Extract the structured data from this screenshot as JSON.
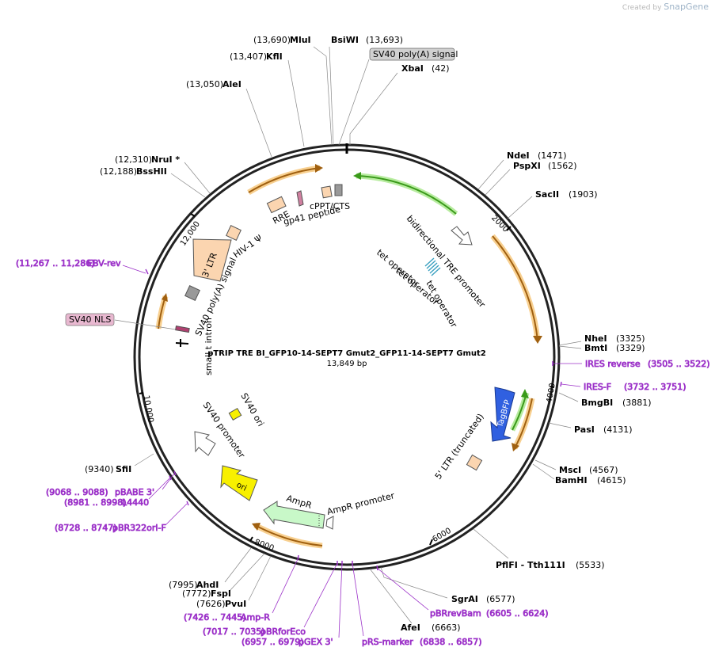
{
  "credit": {
    "prefix": "Created by",
    "brand": "SnapGene"
  },
  "plasmid": {
    "name": "pTRIP TRE BI_GFP10-14-SEPT7 Gmut2_GFP11-14-SEPT7 Gmut2",
    "size": "13,849 bp"
  },
  "ticks": [
    "2000",
    "4000",
    "6000",
    "8000",
    "10,000",
    "12,000"
  ],
  "sites": [
    {
      "name": "MluI",
      "pos": "(13,690)"
    },
    {
      "name": "BsiWI",
      "pos": "(13,693)"
    },
    {
      "name": "KflI",
      "pos": "(13,407)"
    },
    {
      "name": "AleI",
      "pos": "(13,050)"
    },
    {
      "name": "XbaI",
      "pos": "(42)"
    },
    {
      "name": "NdeI",
      "pos": "(1471)"
    },
    {
      "name": "PspXI",
      "pos": "(1562)"
    },
    {
      "name": "SacII",
      "pos": "(1903)"
    },
    {
      "name": "NheI",
      "pos": "(3325)"
    },
    {
      "name": "BmtI",
      "pos": "(3329)"
    },
    {
      "name": "BmgBI",
      "pos": "(3881)"
    },
    {
      "name": "PasI",
      "pos": "(4131)"
    },
    {
      "name": "MscI",
      "pos": "(4567)"
    },
    {
      "name": "BamHI",
      "pos": "(4615)"
    },
    {
      "name": "PflFI - Tth111I",
      "pos": "(5533)"
    },
    {
      "name": "SgrAI",
      "pos": "(6577)"
    },
    {
      "name": "AfeI",
      "pos": "(6663)"
    },
    {
      "name": "AhdI",
      "pos": "(7995)"
    },
    {
      "name": "FspI",
      "pos": "(7772)"
    },
    {
      "name": "PvuI",
      "pos": "(7626)"
    },
    {
      "name": "SfiI",
      "pos": "(9340)"
    },
    {
      "name": "NruI *",
      "pos": "(12,310)"
    },
    {
      "name": "BssHII",
      "pos": "(12,188)"
    }
  ],
  "primers": [
    {
      "name": "EBV-rev",
      "pos": "(11,267 .. 11,286)"
    },
    {
      "name": "IRES reverse",
      "pos": "(3505 .. 3522)"
    },
    {
      "name": "IRES-F",
      "pos": "(3732 .. 3751)"
    },
    {
      "name": "pBABE 3'",
      "pos": "(9068 .. 9088)"
    },
    {
      "name": "L4440",
      "pos": "(8981 .. 8998)"
    },
    {
      "name": "pBR322ori-F",
      "pos": "(8728 .. 8747)"
    },
    {
      "name": "Amp-R",
      "pos": "(7426 .. 7445)"
    },
    {
      "name": "pBRforEco",
      "pos": "(7017 .. 7035)"
    },
    {
      "name": "pGEX 3'",
      "pos": "(6957 .. 6979)"
    },
    {
      "name": "pRS-marker",
      "pos": "(6838 .. 6857)"
    },
    {
      "name": "pBRrevBam",
      "pos": "(6605 .. 6624)"
    }
  ],
  "boxed": {
    "sv40_polya": "SV40 poly(A) signal",
    "sv40_nls": "SV40 NLS"
  },
  "features": {
    "rre": "RRE",
    "gp41": "gp41 peptide",
    "cppt": "cPPT/CTS",
    "hiv": "HIV-1 Ψ",
    "ltr3": "3' LTR",
    "sv40pa": "SV40 poly(A) signal",
    "small_t": "small t intron",
    "bidir": "bidirectional TRE promoter",
    "tetop1": "tet operator",
    "tetop2": "tet operator",
    "tetop3": "tet operator",
    "tagbfp": "TagBFP",
    "ltr5": "5' LTR (truncated)",
    "sv40ori": "SV40 ori",
    "sv40prom": "SV40 promoter",
    "ori": "ori",
    "ampr": "AmpR",
    "ampr_prom": "AmpR promoter"
  },
  "colors": {
    "orange": "#f0a030",
    "green": "#40a020",
    "blue": "#3060e0",
    "yellow": "#f8f000",
    "primer": "#9b30c8"
  }
}
